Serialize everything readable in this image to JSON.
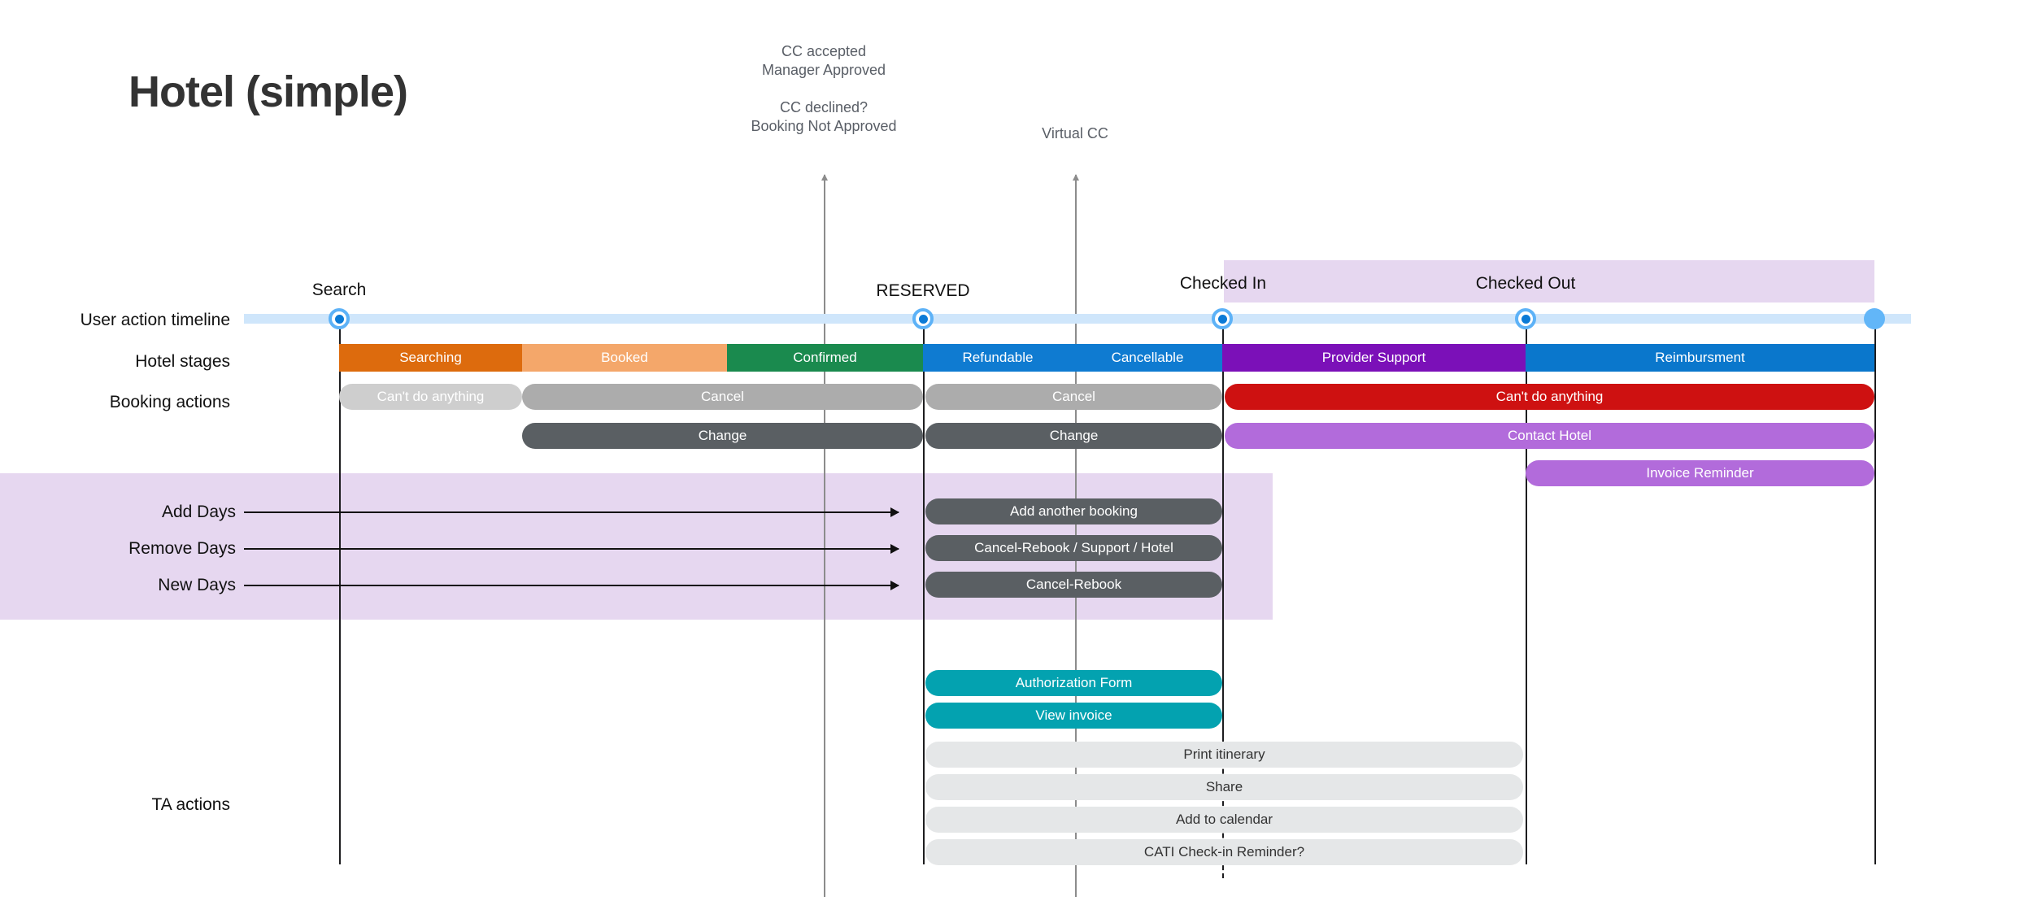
{
  "page": {
    "title": "Hotel (simple)",
    "background": "#ffffff"
  },
  "annotations": [
    {
      "line1": "CC accepted",
      "line2": "Manager Approved"
    },
    {
      "line1": "CC declined?",
      "line2": "Booking Not Approved"
    },
    {
      "line1": "Virtual CC",
      "line2": ""
    }
  ],
  "row_labels": {
    "user_action_timeline": "User action timeline",
    "hotel_stages": "Hotel stages",
    "booking_actions": "Booking actions",
    "ta_actions": "TA actions"
  },
  "milestones": [
    {
      "label": "Search",
      "style": "ring"
    },
    {
      "label": "RESERVED",
      "style": "ring"
    },
    {
      "label": "Checked In",
      "style": "ring"
    },
    {
      "label": "Checked Out",
      "style": "ring"
    },
    {
      "label": "",
      "style": "solid"
    }
  ],
  "hotel_stages": [
    {
      "label": "Searching",
      "color": "#DD6B0D"
    },
    {
      "label": "Booked",
      "color": "#F4A76A"
    },
    {
      "label": "Confirmed",
      "color": "#1A8A4E"
    },
    {
      "label": "Refundable",
      "color": "#0F7BD1"
    },
    {
      "label": "Cancellable",
      "color": "#0F7BD1"
    },
    {
      "label": "Provider Support",
      "color": "#7B10B8"
    },
    {
      "label": "Reimbursment",
      "color": "#0A77CC"
    }
  ],
  "booking_actions": [
    {
      "label": "Can't do anything",
      "color": "#CECECE",
      "text": "#ffffff"
    },
    {
      "label": "Cancel",
      "color": "#ACACAC",
      "text": "#ffffff"
    },
    {
      "label": "Change",
      "color": "#5A5F63",
      "text": "#ffffff"
    },
    {
      "label": "Cancel",
      "color": "#ACACAC",
      "text": "#ffffff"
    },
    {
      "label": "Change",
      "color": "#5A5F63",
      "text": "#ffffff"
    },
    {
      "label": "Can't do anything",
      "color": "#CE1111",
      "text": "#ffffff"
    },
    {
      "label": "Contact Hotel",
      "color": "#B26BDB",
      "text": "#ffffff"
    },
    {
      "label": "Invoice Reminder",
      "color": "#B26BDB",
      "text": "#ffffff"
    }
  ],
  "day_changes": [
    {
      "label": "Add Days",
      "action": "Add another booking"
    },
    {
      "label": "Remove Days",
      "action": "Cancel-Rebook / Support / Hotel"
    },
    {
      "label": "New Days",
      "action": "Cancel-Rebook"
    }
  ],
  "ta_actions_primary": [
    {
      "label": "Authorization Form",
      "color": "#03A2B0",
      "text": "#ffffff"
    },
    {
      "label": "View invoice",
      "color": "#03A2B0",
      "text": "#ffffff"
    }
  ],
  "ta_actions_secondary": [
    {
      "label": "Print itinerary",
      "color": "#E5E7E8",
      "text": "#333333"
    },
    {
      "label": "Share",
      "color": "#E5E7E8",
      "text": "#333333"
    },
    {
      "label": "Add to calendar",
      "color": "#E5E7E8",
      "text": "#333333"
    },
    {
      "label": "CATI Check-in Reminder?",
      "color": "#E5E7E8",
      "text": "#333333"
    }
  ],
  "colors": {
    "timeline_track": "#CFE6FB",
    "milestone_ring": "#5DB2F7",
    "milestone_core": "#0B7AD6",
    "band_purple": "#E6D7F0",
    "annotation_text": "#595e66",
    "guide_gray": "#8c8c8c"
  }
}
